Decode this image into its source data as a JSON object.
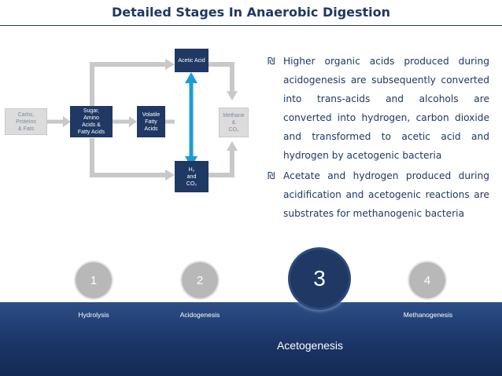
{
  "title": "Detailed Stages In Anaerobic Digestion",
  "diagram": {
    "carbs": [
      "Carbs, Proteins",
      "& Fats"
    ],
    "sugar": [
      "Sugar,",
      "Amino",
      "Acids &",
      "Fatty  Acids"
    ],
    "volatile": [
      "Volatile",
      "Fatty",
      "Acids"
    ],
    "acetic": [
      "Acetic Acid"
    ],
    "h2": [
      "H₂",
      "and",
      "CO₂"
    ],
    "methane": [
      "Methane",
      "&",
      "CO₂"
    ]
  },
  "bullets": [
    {
      "marker": "₪",
      "text": "Higher organic acids produced during acidogenesis are subsequently converted into trans-acids and alcohols are converted into hydrogen, carbon dioxide and transformed to acetic acid and hydrogen by acetogenic bacteria"
    },
    {
      "marker": "₪",
      "text": "Acetate and hydrogen produced during acidification and acetogenic reactions are substrates  for methanogenic bacteria"
    }
  ],
  "steps": [
    {
      "number": "1",
      "label": "Hydrolysis",
      "active": false
    },
    {
      "number": "2",
      "label": "Acidogenesis",
      "active": false
    },
    {
      "number": "3",
      "label": "Acetogenesis",
      "active": true
    },
    {
      "number": "4",
      "label": "Methanogenesis",
      "active": false
    }
  ],
  "colors": {
    "navy": "#1f3864",
    "band": "#1b3566",
    "gray": "#b8b8b8",
    "arrow": "#c8c8c8",
    "accent_arrow": "#1e9bd7"
  }
}
